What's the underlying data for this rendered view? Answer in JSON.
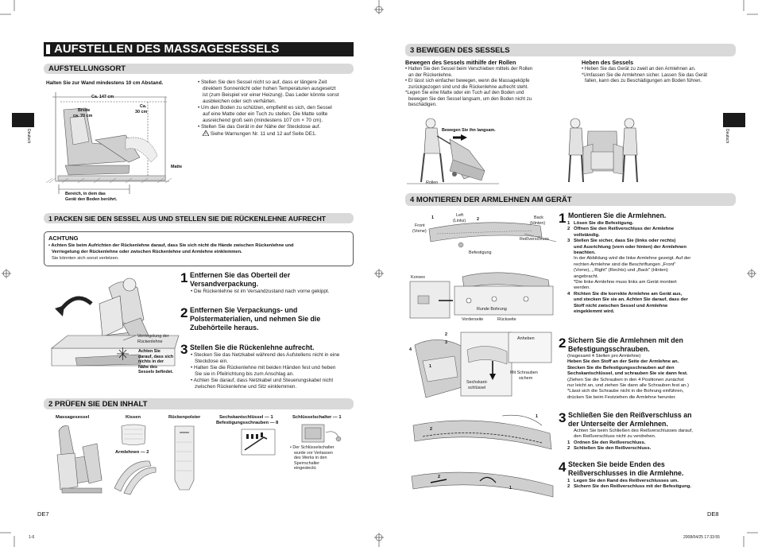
{
  "left": {
    "title": "AUFSTELLEN DES MASSAGESESSELS",
    "side_tab": "Deutsch",
    "placement": {
      "heading": "AUFSTELLUNGSORT",
      "wall_note": "Halten Sie zur Wand mindestens 10 cm Abstand.",
      "dim_147": "Ca. 147 cm",
      "dim_width_1": "Breite",
      "dim_width_2": "ca. 70 cm",
      "dim_30_1": "Ca.",
      "dim_30_2": "30 cm",
      "mat_label": "Matte",
      "floor_label_1": "Bereich, in dem das",
      "floor_label_2": "Gerät den Boden berührt.",
      "bullets": [
        "• Stellen Sie den Sessel nicht so auf, dass er längere Zeit",
        "direktem Sonnenlicht oder hohen Temperaturen ausgesetzt",
        "ist (zum Beispiel vor einer Heizung). Das Leder könnte sonst",
        "ausbleichen oder sich verhärten.",
        "• Um den Boden zu schützen, empfiehlt es sich, den Sessel",
        "auf eine Matte oder ein Tuch zu stellen. Die Matte sollte",
        "ausreichend groß sein (mindestens 107 cm × 70 cm).",
        "• Stellen Sie das Gerät in der Nähe der Steckdose auf.",
        "Siehe Warnungen Nr. 11 und 12 auf Seite DE1."
      ]
    },
    "section1": {
      "heading": "1 PACKEN SIE DEN SESSEL AUS UND STELLEN SIE DIE RÜCKENLEHNE AUFRECHT",
      "caution_title": "ACHTUNG",
      "caution_lines": [
        "• Achten Sie beim Aufrichten der Rückenlehne darauf, dass Sie sich nicht die Hände zwischen Rückenlehne und",
        "Verriegelung der Rückenlehne oder zwischen Rückenlehne und Armlehne einklemmen.",
        "Sie könnten sich sonst verletzen."
      ],
      "label_lock_1": "Verriegelung der",
      "label_lock_2": "Rückenlehne",
      "label_warn": [
        "Achten Sie",
        "darauf, dass sich",
        "nichts in der",
        "Nähe des",
        "Sessels befindet."
      ],
      "step1_num": "1",
      "step1_title_1": "Entfernen Sie das Oberteil der",
      "step1_title_2": "Versandverpackung.",
      "step1_note": "• Die Rückenlehne ist im Versandzustand nach vorne gekippt.",
      "step2_num": "2",
      "step2_title_1": "Entfernen Sie Verpackungs- und",
      "step2_title_2": "Polstermaterialien, und nehmen Sie die",
      "step2_title_3": "Zubehörteile heraus.",
      "step3_num": "3",
      "step3_title": "Stellen Sie die Rückenlehne aufrecht.",
      "step3_notes": [
        "• Stecken Sie das Netzkabel während des Aufstellens nicht in eine",
        "Steckdose ein.",
        "• Halten Sie die Rückenlehne mit beiden Händen fest und heben",
        "Sie sie in Pfeilrichtung bis zum Anschlag an.",
        "• Achten Sie darauf, dass Netzkabel und Steuerungskabel nicht",
        "zwischen Rückenlehne und Sitz einklemmen."
      ]
    },
    "section2": {
      "heading": "2 PRÜFEN SIE DEN INHALT",
      "items": {
        "chair": "Massagesessel",
        "cushion": "Kissen",
        "pad": "Rückenpolster",
        "hexkey_1": "Sechskantschlüssel — 1",
        "hexkey_2": "Befestigungsschrauben — 8",
        "keyswitch": "Schlüsselschalter — 1",
        "armrests": "Armlehnen — 2"
      },
      "key_note": [
        "• Der Schlüsselschalter",
        "wurde vor Verlassen",
        "des Werks in den",
        "Sperrschalter",
        "eingesteckt."
      ]
    },
    "page_num": "DE7"
  },
  "right": {
    "side_tab": "Deutsch",
    "section3": {
      "heading": "3 BEWEGEN DES SESSELS",
      "roll_title": "Bewegen des Sessels mithilfe der Rollen",
      "roll_lines": [
        "• Halten Sie den Sessel beim Verschieben mittels der Rollen",
        "an der Rückenlehne.",
        "• Er lässt sich einfacher bewegen, wenn die Massageköpfe",
        "zurückgezogen sind und die Rückenlehne aufrecht steht.",
        "*Legen Sie eine Matte oder ein Tuch auf den Boden und",
        "bewegen Sie den Sessel langsam, um den Boden nicht zu",
        "beschädigen."
      ],
      "lift_title": "Heben des Sessels",
      "lift_lines": [
        "• Heben Sie das Gerät zu zweit an den Armlehnen an.",
        "*Umfassen Sie die Armlehnen sicher. Lassen Sie das Gerät",
        "fallen, kann dies zu Beschädigungen am Boden führen."
      ],
      "slowly_label": "Bewegen Sie ihn langsam.",
      "rollers_label": "Rollen"
    },
    "section4": {
      "heading": "4 MONTIEREN DER ARMLEHNEN AM GERÄT",
      "labels": {
        "front_1": "Front",
        "front_2": "(Vorne)",
        "left_1": "Left",
        "left_2": "(Links)",
        "back_1": "Back",
        "back_2": "(Hinten)",
        "zipper": "Reißverschluss",
        "mount": "Befestigung",
        "convex": "Konvex",
        "round_hole": "Runde Bohrung",
        "front_side": "Vorderseite",
        "back_side": "Rückseite",
        "lift": "Anheben",
        "hex_1": "Sechskant-",
        "hex_2": "schlüssel",
        "secure_1": "Mit Schrauben",
        "secure_2": "sichern",
        "n1": "1",
        "n2": "2",
        "n3": "3",
        "n4": "4"
      },
      "step1_num": "1",
      "step1_title": "Montieren Sie die Armlehnen.",
      "step1_lines": [
        {
          "n": "1",
          "t": "Lösen Sie die Befestigung.",
          "b": true
        },
        {
          "n": "2",
          "t": "Öffnen Sie den Reißverschluss der Armlehne",
          "b": true
        },
        {
          "n": "",
          "t": "vollständig.",
          "b": true
        },
        {
          "n": "3",
          "t": "Stellen Sie sicher, dass Sie (links oder rechts)",
          "b": true
        },
        {
          "n": "",
          "t": "und Ausrichtung (vorn oder hinten) der Armlehnen",
          "b": true
        },
        {
          "n": "",
          "t": "beachten.",
          "b": true
        },
        {
          "n": "",
          "t": "In der Abbildung wird die linke Armlehne gezeigt. Auf der",
          "b": false
        },
        {
          "n": "",
          "t": "rechten Armlehne sind die Beschriftungen „Front\"",
          "b": false
        },
        {
          "n": "",
          "t": "(Vorne), „ Right\" (Rechts) und „Back\" (Hinten)",
          "b": false
        },
        {
          "n": "",
          "t": "angebracht.",
          "b": false
        },
        {
          "n": "",
          "t": "*Die linke Armlehne muss links am Gerät montiert",
          "b": false
        },
        {
          "n": "",
          "t": "werden.",
          "b": false
        },
        {
          "n": "4",
          "t": "Richten Sie die korrekte Armlehne am Gerät aus,",
          "b": true
        },
        {
          "n": "",
          "t": "und stecken Sie sie an. Achten Sie darauf, dass der",
          "b": true
        },
        {
          "n": "",
          "t": "Stoff nicht zwischen Sessel und Armlehne",
          "b": true
        },
        {
          "n": "",
          "t": "eingeklemmt wird.",
          "b": true
        }
      ],
      "step2_num": "2",
      "step2_title_1": "Sichern Sie die Armlehnen mit den",
      "step2_title_2": "Befestigungsschrauben.",
      "step2_lines": [
        {
          "t": "(Insgesamt 4 Stellen pro Armlehne)",
          "b": false
        },
        {
          "t": "Heben Sie den Stoff an der Seite der Armlehne an.",
          "b": true
        },
        {
          "t": "Stecken Sie die Befestigungsschrauben auf den",
          "b": true
        },
        {
          "t": "Sechskantschlüssel, und schrauben Sie sie dann fest.",
          "b": true
        },
        {
          "t": "(Ziehen Sie die Schrauben in den 4 Positionen zunächst",
          "b": false
        },
        {
          "t": "nur leicht an, und ziehen Sie dann alle Schrauben fest an.)",
          "b": false
        },
        {
          "t": "*Lässt sich die Schraube nicht in die Bohrung einführen,",
          "b": false
        },
        {
          "t": "drücken Sie beim Festziehen die Armlehne herunter.",
          "b": false
        }
      ],
      "step3_num": "3",
      "step3_title_1": "Schließen Sie den Reißverschluss an",
      "step3_title_2": "der Unterseite der Armlehnen.",
      "step3_lines": [
        {
          "n": "",
          "t": "Achten Sie beim Schließen des Reißverschlusses darauf,",
          "b": false
        },
        {
          "n": "",
          "t": "den Reißverschluss nicht zu verdrehen.",
          "b": false
        },
        {
          "n": "1",
          "t": "Ordnen Sie den Reißverschluss.",
          "b": true
        },
        {
          "n": "2",
          "t": "Schließen Sie den Reißverschluss.",
          "b": true
        }
      ],
      "step4_num": "4",
      "step4_title_1": "Stecken Sie beide Enden des",
      "step4_title_2": "Reißverschlusses in die Armlehne.",
      "step4_lines": [
        {
          "n": "1",
          "t": "Legen Sie den Rand des Reißverschlusses um."
        },
        {
          "n": "2",
          "t": "Sichern Sie den Reißverschluss mit der Befestigung."
        }
      ]
    },
    "page_num": "DE8"
  },
  "print_marks": {
    "bottom_left": "1-6",
    "bottom_right": "2008/04/25   17:33:55"
  }
}
